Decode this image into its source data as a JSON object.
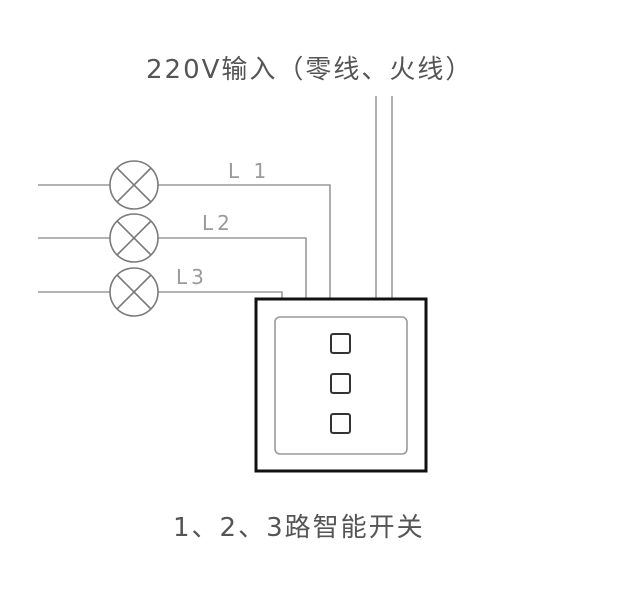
{
  "title": "220V输入（零线、火线）",
  "lines": [
    {
      "label": "L 1"
    },
    {
      "label": "L2"
    },
    {
      "label": "L3"
    }
  ],
  "caption": "1、2、3路智能开关",
  "colors": {
    "wire": "#9a9a9a",
    "lamp": "#7a7a7a",
    "switch_border": "#111111",
    "text": "#555555"
  }
}
